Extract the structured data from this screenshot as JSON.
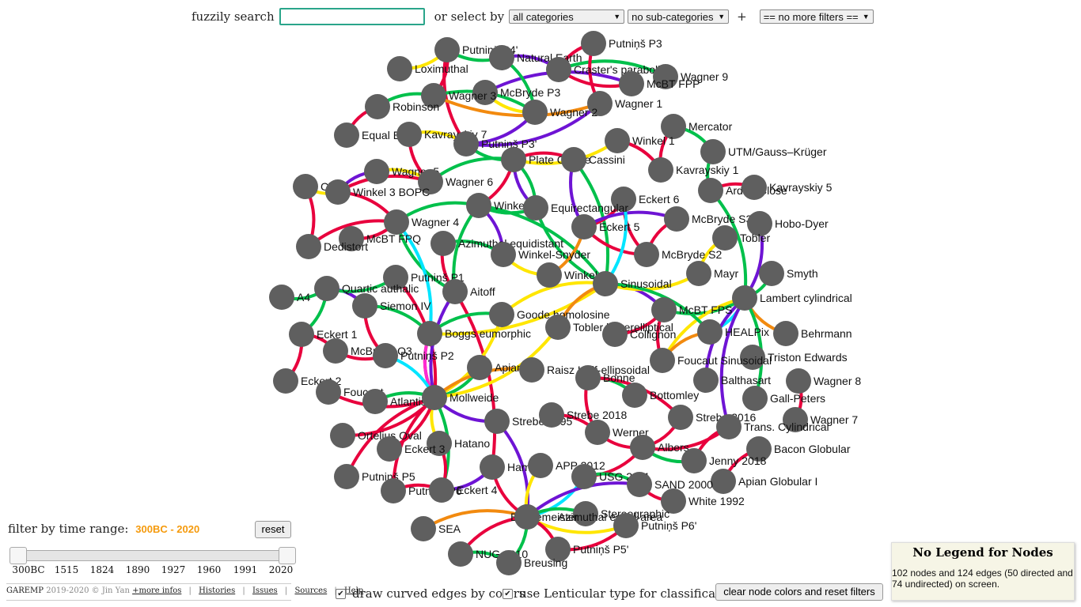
{
  "toolbar": {
    "search_label": "fuzzily search",
    "search_value": "",
    "select_label": "or select by",
    "category_value": "all categories",
    "subcategory_value": "no sub-categories",
    "plus": "+",
    "more_filters_value": "== no more filters =="
  },
  "time_filter": {
    "label": "filter by time range:",
    "range": "300BC - 2020",
    "reset": "reset",
    "ticks": [
      "300BC",
      "1515",
      "1824",
      "1890",
      "1927",
      "1960",
      "1991",
      "2020"
    ],
    "range_start_fraction": 0.0,
    "range_end_fraction": 1.0
  },
  "footer": {
    "brand": "GAREMP",
    "copyright": "2019-2020 © Jin Yan",
    "more": "+more infos",
    "links": [
      "Histories",
      "Issues",
      "Sources",
      "Help"
    ]
  },
  "options": {
    "curved_label": "draw curved edges by colors",
    "curved_checked": true,
    "lenticular_label": "use Lenticular type for classification",
    "lenticular_checked": true,
    "clear_button": "clear node colors and reset filters"
  },
  "legend": {
    "title": "No Legend for Nodes",
    "stats": "102 nodes and 124 edges (50 directed and 74 undirected) on screen."
  },
  "colors": {
    "node": "#5f5f5f",
    "edges": [
      "#e8003d",
      "#00c04b",
      "#ffe600",
      "#f28a0f",
      "#6e14d4",
      "#00e5ff",
      "#ff2bd1"
    ]
  },
  "graph": {
    "nodes": [
      {
        "id": "putnins_p4p",
        "label": "Putniņš P4'"
      },
      {
        "id": "putnins_p3",
        "label": "Putniņš P3"
      },
      {
        "id": "natural_earth",
        "label": "Natural Earth"
      },
      {
        "id": "loximuthal",
        "label": "Loximuthal"
      },
      {
        "id": "crasters",
        "label": "Craster's parabolic"
      },
      {
        "id": "wagner9",
        "label": "Wagner 9"
      },
      {
        "id": "mcbt_fpp",
        "label": "McBT FPP"
      },
      {
        "id": "mcbryde_p3",
        "label": "McBryde P3"
      },
      {
        "id": "wagner3",
        "label": "Wagner 3"
      },
      {
        "id": "wagner1",
        "label": "Wagner 1"
      },
      {
        "id": "robinson",
        "label": "Robinson"
      },
      {
        "id": "wagner2",
        "label": "Wagner 2"
      },
      {
        "id": "mercator",
        "label": "Mercator"
      },
      {
        "id": "equal_earth",
        "label": "Equal Earth"
      },
      {
        "id": "kavrayskiy7",
        "label": "Kavrayskiy 7"
      },
      {
        "id": "putnins_p3p",
        "label": "Putniņš P3'"
      },
      {
        "id": "winkel1",
        "label": "Winkel 1"
      },
      {
        "id": "utm",
        "label": "UTM/Gauss–Krüger"
      },
      {
        "id": "plate_carree",
        "label": "Plate Carrée"
      },
      {
        "id": "cassini",
        "label": "Cassini"
      },
      {
        "id": "kavrayskiy1",
        "label": "Kavrayskiy 1"
      },
      {
        "id": "wagner5",
        "label": "Wagner 5"
      },
      {
        "id": "wagner6",
        "label": "Wagner 6"
      },
      {
        "id": "ciric1",
        "label": "Ciric I"
      },
      {
        "id": "winkel3bopc",
        "label": "Winkel 3 BOPC"
      },
      {
        "id": "arden_close",
        "label": "Arden-Close"
      },
      {
        "id": "kavrayskiy5",
        "label": "Kavrayskiy 5"
      },
      {
        "id": "eckert6",
        "label": "Eckert 6"
      },
      {
        "id": "winkel3",
        "label": "Winkel 3"
      },
      {
        "id": "equirectangular",
        "label": "Equirectangular"
      },
      {
        "id": "mcbryde_s3",
        "label": "McBryde S3"
      },
      {
        "id": "wagner4",
        "label": "Wagner 4"
      },
      {
        "id": "hobo_dyer",
        "label": "Hobo-Dyer"
      },
      {
        "id": "eckert5",
        "label": "Eckert 5"
      },
      {
        "id": "tobler",
        "label": "Tobler"
      },
      {
        "id": "mcbt_fpq",
        "label": "McBT FPQ"
      },
      {
        "id": "azimuthal_eq",
        "label": "Azimuthal equidistant"
      },
      {
        "id": "dedistort",
        "label": "Dedistort"
      },
      {
        "id": "winkel_snyder",
        "label": "Winkel-Snyder"
      },
      {
        "id": "mcbryde_s2",
        "label": "McBryde S2"
      },
      {
        "id": "smyth",
        "label": "Smyth"
      },
      {
        "id": "putnins_p1",
        "label": "Putniņš P1"
      },
      {
        "id": "mayr",
        "label": "Mayr"
      },
      {
        "id": "winkel2",
        "label": "Winkel 2"
      },
      {
        "id": "sinusoidal",
        "label": "Sinusoidal"
      },
      {
        "id": "quartic",
        "label": "Quartic authalic"
      },
      {
        "id": "lambert_cyl",
        "label": "Lambert cylindrical"
      },
      {
        "id": "a4",
        "label": "A4"
      },
      {
        "id": "aitoff",
        "label": "Aitoff"
      },
      {
        "id": "siemon4",
        "label": "Siemon IV"
      },
      {
        "id": "mcbt_fps",
        "label": "McBT FPS"
      },
      {
        "id": "goode",
        "label": "Goode homolosine"
      },
      {
        "id": "tobler_hyper",
        "label": "Tobler hyperelliptical"
      },
      {
        "id": "healpix",
        "label": "HEALPix"
      },
      {
        "id": "behrmann",
        "label": "Behrmann"
      },
      {
        "id": "eckert1",
        "label": "Eckert 1"
      },
      {
        "id": "boggs",
        "label": "Boggs eumorphic"
      },
      {
        "id": "collignon",
        "label": "Collignon"
      },
      {
        "id": "mcbryde_q3",
        "label": "McBryde Q3"
      },
      {
        "id": "putnins_p2",
        "label": "Putniņš P2"
      },
      {
        "id": "triston",
        "label": "Triston Edwards"
      },
      {
        "id": "foucaut_sin",
        "label": "Foucaut Sinusoidal"
      },
      {
        "id": "apian2",
        "label": "Apian II"
      },
      {
        "id": "raisz",
        "label": "Raisz Half-ellipsoidal"
      },
      {
        "id": "eckert2",
        "label": "Eckert 2"
      },
      {
        "id": "bonne",
        "label": "Bonne"
      },
      {
        "id": "balthasart",
        "label": "Balthasart"
      },
      {
        "id": "wagner8",
        "label": "Wagner 8"
      },
      {
        "id": "foucaut",
        "label": "Foucaut"
      },
      {
        "id": "atlantis",
        "label": "Atlantis"
      },
      {
        "id": "mollweide",
        "label": "Mollweide"
      },
      {
        "id": "bottomley",
        "label": "Bottomley"
      },
      {
        "id": "gall_peters",
        "label": "Gall-Peters"
      },
      {
        "id": "strebe1995",
        "label": "Strebe 1995"
      },
      {
        "id": "strebe2018",
        "label": "Strebe 2018"
      },
      {
        "id": "strebe2016",
        "label": "Strebe 2016"
      },
      {
        "id": "wagner7",
        "label": "Wagner 7"
      },
      {
        "id": "trans_cyl",
        "label": "Trans. Cylindrical"
      },
      {
        "id": "ortelius",
        "label": "Ortelius Oval"
      },
      {
        "id": "werner",
        "label": "Werner"
      },
      {
        "id": "hatano",
        "label": "Hatano"
      },
      {
        "id": "eckert3",
        "label": "Eckert 3"
      },
      {
        "id": "albers",
        "label": "Albers"
      },
      {
        "id": "bacon",
        "label": "Bacon Globular"
      },
      {
        "id": "jenny2018",
        "label": "Jenny 2018"
      },
      {
        "id": "hammer",
        "label": "Hammer"
      },
      {
        "id": "app2012",
        "label": "APP 2012"
      },
      {
        "id": "putnins_p5",
        "label": "Putniņš P5"
      },
      {
        "id": "usg2011",
        "label": "USG 2011"
      },
      {
        "id": "apian_glob",
        "label": "Apian Globular I"
      },
      {
        "id": "sand2000",
        "label": "SAND 2000"
      },
      {
        "id": "putnins_p6",
        "label": "Putniņš P6"
      },
      {
        "id": "eckert4",
        "label": "Eckert 4"
      },
      {
        "id": "white1992",
        "label": "White 1992"
      },
      {
        "id": "stereographic",
        "label": "Stereographic"
      },
      {
        "id": "briesemeister",
        "label": "Briesemeister"
      },
      {
        "id": "azimuthal_eqa",
        "label": "Azimuthal equal-area"
      },
      {
        "id": "putnins_p6p",
        "label": "Putniņš P6'"
      },
      {
        "id": "sea",
        "label": "SEA"
      },
      {
        "id": "putnins_p5p",
        "label": "Putniņš P5'"
      },
      {
        "id": "nug2010",
        "label": "NUG 2010"
      },
      {
        "id": "breusing",
        "label": "Breusing"
      }
    ],
    "edges": [
      [
        "putnins_p4p",
        "natural_earth",
        1
      ],
      [
        "putnins_p4p",
        "wagner3",
        0
      ],
      [
        "putnins_p4p",
        "putnins_p3p",
        0
      ],
      [
        "putnins_p4p",
        "loximuthal",
        2
      ],
      [
        "putnins_p3",
        "crasters",
        0
      ],
      [
        "natural_earth",
        "crasters",
        4
      ],
      [
        "crasters",
        "mcbt_fpp",
        0
      ],
      [
        "crasters",
        "wagner9",
        1
      ],
      [
        "wagner3",
        "wagner1",
        3
      ],
      [
        "wagner3",
        "wagner2",
        1
      ],
      [
        "mcbryde_p3",
        "wagner2",
        2
      ],
      [
        "wagner1",
        "putnins_p3p",
        4
      ],
      [
        "mcbt_fpp",
        "mcbryde_p3",
        4
      ],
      [
        "wagner2",
        "putnins_p3p",
        4
      ],
      [
        "robinson",
        "equal_earth",
        0
      ],
      [
        "kavrayskiy7",
        "putnins_p3p",
        2
      ],
      [
        "wagner3",
        "robinson",
        1
      ],
      [
        "natural_earth",
        "wagner2",
        1
      ],
      [
        "putnins_p3",
        "wagner1",
        0
      ],
      [
        "mercator",
        "utm",
        1
      ],
      [
        "mercator",
        "kavrayskiy1",
        0
      ],
      [
        "winkel1",
        "kavrayskiy1",
        0
      ],
      [
        "utm",
        "arden_close",
        1
      ],
      [
        "plate_carree",
        "putnins_p3p",
        1
      ],
      [
        "plate_carree",
        "wagner6",
        1
      ],
      [
        "plate_carree",
        "cassini",
        0
      ],
      [
        "plate_carree",
        "winkel1",
        2
      ],
      [
        "plate_carree",
        "equirectangular",
        1
      ],
      [
        "cassini",
        "eckert5",
        4
      ],
      [
        "cassini",
        "sinusoidal",
        1
      ],
      [
        "wagner5",
        "winkel3bopc",
        4
      ],
      [
        "wagner5",
        "wagner6",
        2
      ],
      [
        "kavrayskiy7",
        "wagner6",
        0
      ],
      [
        "ciric1",
        "dedistort",
        0
      ],
      [
        "ciric1",
        "winkel3bopc",
        2
      ],
      [
        "winkel3bopc",
        "wagner4",
        0
      ],
      [
        "wagner6",
        "winkel3bopc",
        0
      ],
      [
        "winkel3",
        "winkel3",
        0
      ],
      [
        "winkel3",
        "equirectangular",
        1
      ],
      [
        "equirectangular",
        "winkel3",
        1
      ],
      [
        "plate_carree",
        "equirectangular",
        4
      ],
      [
        "winkel3",
        "winkel_snyder",
        4
      ],
      [
        "winkel3",
        "aitoff",
        1
      ],
      [
        "winkel3",
        "sinusoidal",
        1
      ],
      [
        "winkel3",
        "plate_carree",
        0
      ],
      [
        "eckert6",
        "eckert5",
        0
      ],
      [
        "eckert6",
        "mcbryde_s2",
        0
      ],
      [
        "eckert5",
        "mcbryde_s3",
        4
      ],
      [
        "eckert5",
        "mcbryde_s2",
        0
      ],
      [
        "eckert6",
        "sinusoidal",
        5
      ],
      [
        "equirectangular",
        "sinusoidal",
        1
      ],
      [
        "eckert5",
        "winkel2",
        3
      ],
      [
        "mcbryde_s3",
        "mcbryde_s2",
        0
      ],
      [
        "wagner4",
        "mcbt_fpq",
        0
      ],
      [
        "wagner4",
        "aitoff",
        1
      ],
      [
        "wagner4",
        "boggs",
        5
      ],
      [
        "wagner4",
        "dedistort",
        0
      ],
      [
        "wagner4",
        "winkel3",
        1
      ],
      [
        "winkel_snyder",
        "winkel2",
        2
      ],
      [
        "azimuthal_eq",
        "winkel_snyder",
        1
      ],
      [
        "azimuthal_eq",
        "aitoff",
        0
      ],
      [
        "arden_close",
        "lambert_cyl",
        1
      ],
      [
        "kavrayskiy5",
        "arden_close",
        0
      ],
      [
        "hobo_dyer",
        "lambert_cyl",
        4
      ],
      [
        "tobler",
        "mayr",
        2
      ],
      [
        "smyth",
        "lambert_cyl",
        1
      ],
      [
        "lambert_cyl",
        "behrmann",
        3
      ],
      [
        "lambert_cyl",
        "healpix",
        5
      ],
      [
        "lambert_cyl",
        "balthasart",
        4
      ],
      [
        "lambert_cyl",
        "gall_peters",
        1
      ],
      [
        "lambert_cyl",
        "trans_cyl",
        4
      ],
      [
        "lambert_cyl",
        "mcbt_fps",
        1
      ],
      [
        "lambert_cyl",
        "foucaut_sin",
        2
      ],
      [
        "sinusoidal",
        "mcbt_fps",
        4
      ],
      [
        "sinusoidal",
        "mayr",
        2
      ],
      [
        "sinusoidal",
        "healpix",
        1
      ],
      [
        "sinusoidal",
        "goode",
        2
      ],
      [
        "sinusoidal",
        "boggs",
        2
      ],
      [
        "sinusoidal",
        "tobler_hyper",
        3
      ],
      [
        "mcbt_fps",
        "collignon",
        0
      ],
      [
        "mcbt_fps",
        "foucaut_sin",
        0
      ],
      [
        "foucaut_sin",
        "healpix",
        3
      ],
      [
        "a4",
        "quartic",
        1
      ],
      [
        "quartic",
        "siemon4",
        4
      ],
      [
        "quartic",
        "putnins_p1",
        1
      ],
      [
        "quartic",
        "eckert1",
        1
      ],
      [
        "siemon4",
        "putnins_p2",
        0
      ],
      [
        "siemon4",
        "boggs",
        1
      ],
      [
        "mcbryde_q3",
        "putnins_p2",
        0
      ],
      [
        "eckert1",
        "eckert2",
        0
      ],
      [
        "mcbryde_q3",
        "eckert1",
        0
      ],
      [
        "putnins_p1",
        "mollweide",
        0
      ],
      [
        "aitoff",
        "mollweide",
        4
      ],
      [
        "aitoff",
        "hammer",
        0
      ],
      [
        "goode",
        "boggs",
        1
      ],
      [
        "goode",
        "mollweide",
        2
      ],
      [
        "boggs",
        "mollweide",
        0
      ],
      [
        "apian2",
        "mollweide",
        1
      ],
      [
        "raisz",
        "mollweide",
        3
      ],
      [
        "tobler_hyper",
        "mollweide",
        2
      ],
      [
        "mollweide",
        "atlantis",
        1
      ],
      [
        "mollweide",
        "foucaut",
        0
      ],
      [
        "mollweide",
        "strebe1995",
        4
      ],
      [
        "mollweide",
        "ortelius",
        0
      ],
      [
        "mollweide",
        "hatano",
        2
      ],
      [
        "mollweide",
        "eckert3",
        0
      ],
      [
        "mollweide",
        "putnins_p6",
        0
      ],
      [
        "mollweide",
        "eckert4",
        1
      ],
      [
        "mollweide",
        "putnins_p5",
        0
      ],
      [
        "mollweide",
        "boggs",
        6
      ],
      [
        "mollweide",
        "putnins_p2",
        5
      ],
      [
        "bonne",
        "bottomley",
        1
      ],
      [
        "bonne",
        "werner",
        0
      ],
      [
        "bonne",
        "strebe2016",
        0
      ],
      [
        "werner",
        "albers",
        0
      ],
      [
        "strebe2018",
        "werner",
        0
      ],
      [
        "albers",
        "jenny2018",
        1
      ],
      [
        "albers",
        "usg2011",
        0
      ],
      [
        "albers",
        "trans_cyl",
        0
      ],
      [
        "strebe2016",
        "albers",
        0
      ],
      [
        "trans_cyl",
        "jenny2018",
        0
      ],
      [
        "wagner8",
        "wagner7",
        0
      ],
      [
        "bacon",
        "apian_glob",
        0
      ],
      [
        "hammer",
        "eckert4",
        4
      ],
      [
        "hammer",
        "briesemeister",
        0
      ],
      [
        "strebe1995",
        "briesemeister",
        4
      ],
      [
        "app2012",
        "briesemeister",
        2
      ],
      [
        "usg2011",
        "briesemeister",
        5
      ],
      [
        "sand2000",
        "briesemeister",
        4
      ],
      [
        "white1992",
        "sand2000",
        0
      ],
      [
        "sand2000",
        "usg2011",
        1
      ],
      [
        "briesemeister",
        "azimuthal_eqa",
        1
      ],
      [
        "briesemeister",
        "putnins_p6p",
        2
      ],
      [
        "briesemeister",
        "stereographic",
        1
      ],
      [
        "briesemeister",
        "sea",
        3
      ],
      [
        "briesemeister",
        "breusing",
        1
      ],
      [
        "briesemeister",
        "nug2010",
        0
      ],
      [
        "briesemeister",
        "putnins_p5p",
        0
      ],
      [
        "putnins_p5p",
        "putnins_p6p",
        0
      ],
      [
        "nug2010",
        "breusing",
        1
      ],
      [
        "eckert4",
        "putnins_p6",
        0
      ],
      [
        "hatano",
        "eckert4",
        0
      ]
    ]
  }
}
